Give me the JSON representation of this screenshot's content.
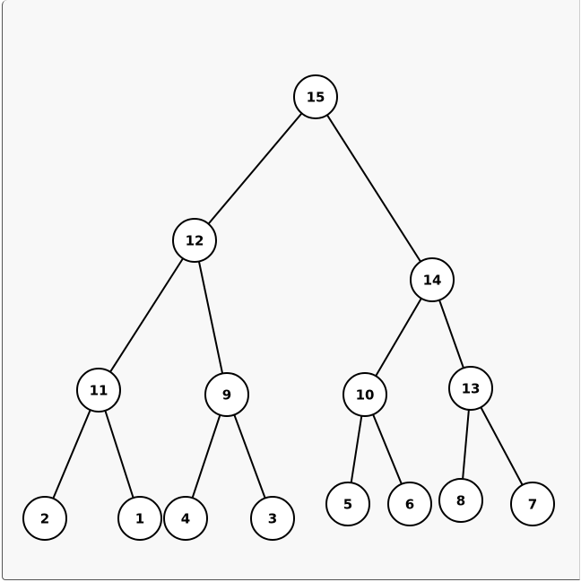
{
  "tree": {
    "nodes": [
      {
        "id": "n15",
        "label": "15"
      },
      {
        "id": "n12",
        "label": "12"
      },
      {
        "id": "n14",
        "label": "14"
      },
      {
        "id": "n11",
        "label": "11"
      },
      {
        "id": "n9",
        "label": "9"
      },
      {
        "id": "n10",
        "label": "10"
      },
      {
        "id": "n13",
        "label": "13"
      },
      {
        "id": "n2",
        "label": "2"
      },
      {
        "id": "n1",
        "label": "1"
      },
      {
        "id": "n4",
        "label": "4"
      },
      {
        "id": "n3",
        "label": "3"
      },
      {
        "id": "n5",
        "label": "5"
      },
      {
        "id": "n6",
        "label": "6"
      },
      {
        "id": "n8",
        "label": "8"
      },
      {
        "id": "n7",
        "label": "7"
      }
    ],
    "edges": [
      [
        "n15",
        "n12"
      ],
      [
        "n15",
        "n14"
      ],
      [
        "n12",
        "n11"
      ],
      [
        "n12",
        "n9"
      ],
      [
        "n14",
        "n10"
      ],
      [
        "n14",
        "n13"
      ],
      [
        "n11",
        "n2"
      ],
      [
        "n11",
        "n1"
      ],
      [
        "n9",
        "n4"
      ],
      [
        "n9",
        "n3"
      ],
      [
        "n10",
        "n5"
      ],
      [
        "n10",
        "n6"
      ],
      [
        "n13",
        "n8"
      ],
      [
        "n13",
        "n7"
      ]
    ]
  }
}
